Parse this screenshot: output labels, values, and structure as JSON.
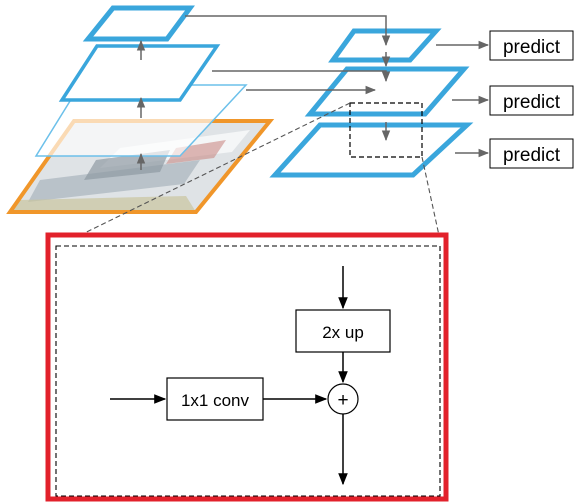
{
  "diagram": {
    "predict_labels": [
      "predict",
      "predict",
      "predict"
    ],
    "upsample_label": "2x up",
    "lateral_label": "1x1 conv",
    "merge_symbol": "+",
    "colors": {
      "pyramid_blue": "#3aa6dc",
      "pyramid_blue_light": "#6cc0ea",
      "image_border": "#f0962a",
      "detail_border": "#e2212b",
      "arrow_gray": "#666666",
      "line_black": "#000000"
    }
  }
}
